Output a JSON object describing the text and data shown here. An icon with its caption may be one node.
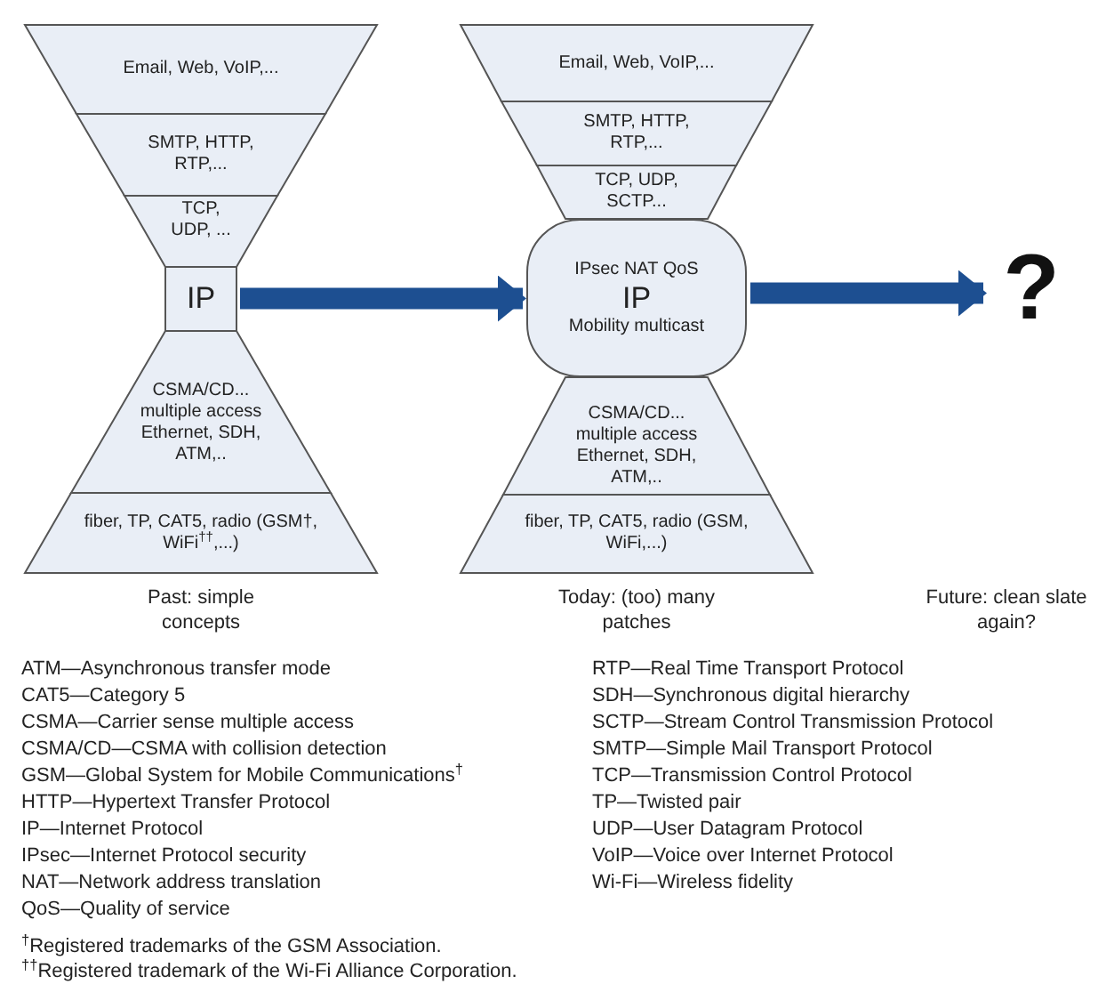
{
  "diagram": {
    "nodes": [
      {
        "text": [
          "Email, Web, VoIP,..."
        ]
      },
      {
        "text": [
          "SMTP, HTTP, RTP,..."
        ]
      },
      {
        "text": [
          "TCP, UDP, ..."
        ]
      },
      {
        "text": [
          "IP"
        ]
      },
      {
        "text": [
          "CSMA/CD... multiple access Ethernet, SDH, ATM,.."
        ]
      },
      {
        "text": [
          "fiber, TP, CAT5, radio (GSM†, WiFi$^{††}$,...)"
        ],
        "beside": [
          "Past: simple concepts"
        ]
      },
      {
        "text": [
          "Email, Web, VoIP,..."
        ]
      },
      {
        "text": [
          "SMTP, HTTP, RTP,..."
        ]
      },
      {
        "text": [
          "TCP, UDP, SCTP..."
        ]
      },
      {
        "text": [
          "IPsec NAT QoS",
          "IP",
          "Mobility multicast"
        ]
      },
      {
        "text": [
          "CSMA/CD... multiple access Ethernet, SDH, ATM,.."
        ]
      },
      {
        "text": [
          "fiber, TP, CAT5, radio (GSM, WiFi,...)"
        ],
        "beside": [
          "Today: (too) many patches"
        ]
      },
      {
        "text": [
          "?"
        ]
      }
    ],
    "edges": [
      {
        "from": 3,
        "to": 9,
        "arrow": "to"
      },
      {
        "from": 9,
        "to": 12,
        "arrow": "to"
      }
    ],
    "labels": [
      "Future: clean slate again?",
      "ATM—Asynchronous transfer mode",
      "CAT5—Category 5",
      "CSMA—Carrier sense multiple access",
      "CSMA/CD—CSMA with collision detection",
      "GSM—Global System for Mobile Communications$^{†}$",
      "HTTP—Hypertext Transfer Protocol",
      "IP—Internet Protocol",
      "IPsec—Internet Protocol security",
      "NAT—Network address translation",
      "QoS—Quality of service",
      "RTP—Real Time Transport Protocol",
      "SDH—Synchronous digital hierarchy",
      "SCTP—Stream Control Transmission Protocol",
      "SMTP—Simple Mail Transport Protocol",
      "TCP—Transmission Control Protocol",
      "TP—Twisted pair",
      "UDP—User Datagram Protocol",
      "VoIP—Voice over Internet Protocol",
      "Wi-Fi—Wireless fidelity",
      "$^{†}$Registered trademarks of the GSM Association.",
      "$^{††}$Registered trademark of the Wi-Fi Alliance Corporation."
    ]
  }
}
